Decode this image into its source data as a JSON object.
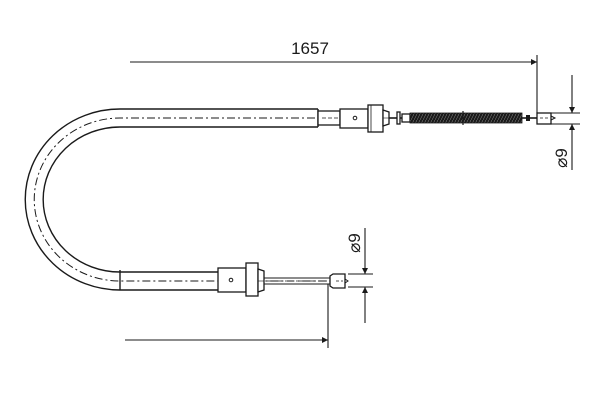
{
  "drawing": {
    "type": "cable technical drawing",
    "line_color": "#1a1a1a",
    "background": "#ffffff"
  },
  "dimensions": {
    "length": {
      "label": "1657"
    },
    "top_end_diameter": {
      "label": "⌀9"
    },
    "bottom_end_diameter": {
      "label": "⌀9"
    }
  }
}
